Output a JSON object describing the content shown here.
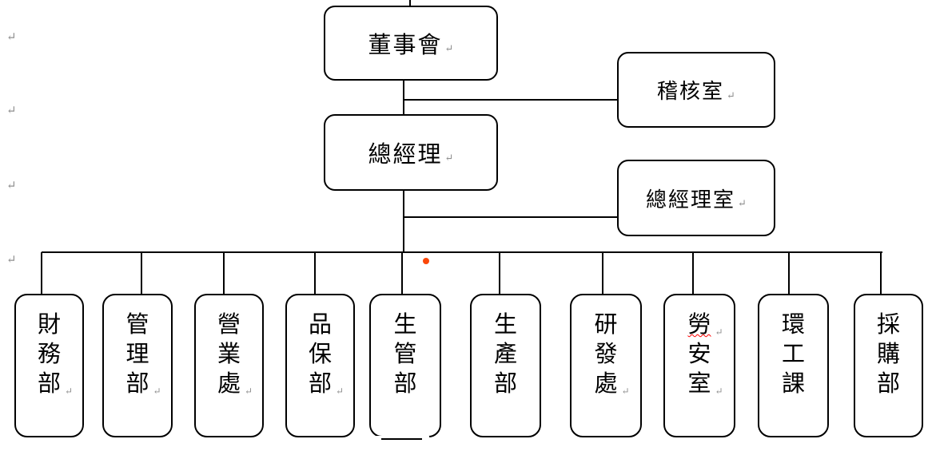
{
  "window": {
    "background": "#ffffff"
  },
  "colors": {
    "box_border": "#000000",
    "box_fill": "#ffffff",
    "connector": "#000000",
    "text": "#000000",
    "paragraph_mark": "#8f8f8f",
    "annotation_dot": "#fb4708",
    "spellcheck_underline": "#ff0000"
  },
  "marks": {
    "return_glyph": "↵",
    "left_margin_returns": [
      "↵",
      "↵",
      "↵",
      "↵"
    ]
  },
  "org_chart": {
    "root": {
      "id": "board",
      "label": "董事會",
      "has_return_mark": true
    },
    "general_manager": {
      "id": "general-manager",
      "label": "總經理",
      "has_return_mark": true
    },
    "staff_offices": [
      {
        "id": "audit-office",
        "label": "稽核室",
        "has_return_mark": true,
        "reports_to": "board"
      },
      {
        "id": "gm-office",
        "label": "總經理室",
        "has_return_mark": true,
        "reports_to": "general-manager"
      }
    ],
    "departments": [
      {
        "id": "finance-dept",
        "label": "財務部",
        "marks_after": [
          2
        ]
      },
      {
        "id": "management-dept",
        "label": "管理部",
        "marks_after": [
          2
        ]
      },
      {
        "id": "sales-office",
        "label": "營業處",
        "marks_after": [
          2
        ]
      },
      {
        "id": "quality-assurance-dept",
        "label": "品保部",
        "marks_after": [
          2
        ]
      },
      {
        "id": "production-control-dept",
        "label": "生管部",
        "marks_after": [],
        "bottom_border_gap": true
      },
      {
        "id": "production-dept",
        "label": "生產部",
        "marks_after": []
      },
      {
        "id": "rnd-office",
        "label": "研發處",
        "marks_after": [
          2
        ]
      },
      {
        "id": "labor-safety-office",
        "label": "勞安室",
        "marks_after": [
          0,
          2
        ],
        "spellcheck_char_index": 0
      },
      {
        "id": "environmental-section",
        "label": "環工課",
        "marks_after": []
      },
      {
        "id": "purchasing-dept",
        "label": "採購部",
        "marks_after": []
      }
    ]
  }
}
